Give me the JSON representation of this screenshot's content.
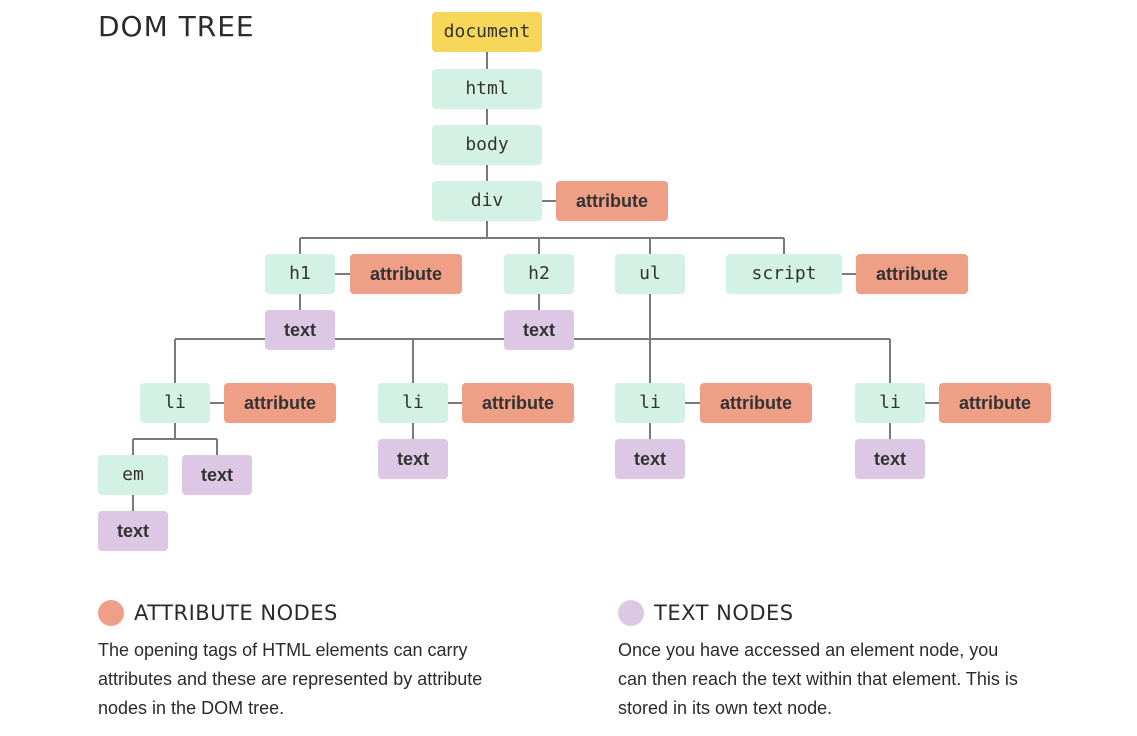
{
  "title": "DOM TREE",
  "colors": {
    "document": "#f7d659",
    "element": "#d4f1e5",
    "attribute": "#ee9f86",
    "text": "#dcc8e5",
    "line": "#7a7a7a"
  },
  "tree": {
    "nodes": [
      {
        "id": "document",
        "label": "document",
        "kind": "document"
      },
      {
        "id": "html",
        "label": "html",
        "kind": "element"
      },
      {
        "id": "body",
        "label": "body",
        "kind": "element"
      },
      {
        "id": "div",
        "label": "div",
        "kind": "element"
      },
      {
        "id": "div-attr",
        "label": "attribute",
        "kind": "attribute"
      },
      {
        "id": "h1",
        "label": "h1",
        "kind": "element"
      },
      {
        "id": "h1-attr",
        "label": "attribute",
        "kind": "attribute"
      },
      {
        "id": "h1-text",
        "label": "text",
        "kind": "text"
      },
      {
        "id": "h2",
        "label": "h2",
        "kind": "element"
      },
      {
        "id": "h2-text",
        "label": "text",
        "kind": "text"
      },
      {
        "id": "ul",
        "label": "ul",
        "kind": "element"
      },
      {
        "id": "script",
        "label": "script",
        "kind": "element"
      },
      {
        "id": "script-attr",
        "label": "attribute",
        "kind": "attribute"
      },
      {
        "id": "li1",
        "label": "li",
        "kind": "element"
      },
      {
        "id": "li1-attr",
        "label": "attribute",
        "kind": "attribute"
      },
      {
        "id": "em",
        "label": "em",
        "kind": "element"
      },
      {
        "id": "em-text",
        "label": "text",
        "kind": "text"
      },
      {
        "id": "li1-text",
        "label": "text",
        "kind": "text"
      },
      {
        "id": "li2",
        "label": "li",
        "kind": "element"
      },
      {
        "id": "li2-attr",
        "label": "attribute",
        "kind": "attribute"
      },
      {
        "id": "li2-text",
        "label": "text",
        "kind": "text"
      },
      {
        "id": "li3",
        "label": "li",
        "kind": "element"
      },
      {
        "id": "li3-attr",
        "label": "attribute",
        "kind": "attribute"
      },
      {
        "id": "li3-text",
        "label": "text",
        "kind": "text"
      },
      {
        "id": "li4",
        "label": "li",
        "kind": "element"
      },
      {
        "id": "li4-attr",
        "label": "attribute",
        "kind": "attribute"
      },
      {
        "id": "li4-text",
        "label": "text",
        "kind": "text"
      }
    ],
    "edges": [
      [
        "document",
        "html"
      ],
      [
        "html",
        "body"
      ],
      [
        "body",
        "div"
      ],
      [
        "div",
        "div-attr"
      ],
      [
        "div",
        "h1"
      ],
      [
        "div",
        "h2"
      ],
      [
        "div",
        "ul"
      ],
      [
        "div",
        "script"
      ],
      [
        "h1",
        "h1-attr"
      ],
      [
        "h1",
        "h1-text"
      ],
      [
        "h2",
        "h2-text"
      ],
      [
        "script",
        "script-attr"
      ],
      [
        "ul",
        "li1"
      ],
      [
        "ul",
        "li2"
      ],
      [
        "ul",
        "li3"
      ],
      [
        "ul",
        "li4"
      ],
      [
        "li1",
        "li1-attr"
      ],
      [
        "li1",
        "em"
      ],
      [
        "li1",
        "li1-text"
      ],
      [
        "em",
        "em-text"
      ],
      [
        "li2",
        "li2-attr"
      ],
      [
        "li2",
        "li2-text"
      ],
      [
        "li3",
        "li3-attr"
      ],
      [
        "li3",
        "li3-text"
      ],
      [
        "li4",
        "li4-attr"
      ],
      [
        "li4",
        "li4-text"
      ]
    ]
  },
  "legend": {
    "attribute": {
      "title": "ATTRIBUTE NODES",
      "lines": [
        "The opening tags of HTML elements can carry",
        "attributes and these are represented by attribute",
        "nodes in the DOM tree."
      ]
    },
    "text": {
      "title": "TEXT NODES",
      "lines": [
        "Once you have accessed an element node, you",
        "can then reach the text within that element. This is",
        "stored in its own text node."
      ]
    }
  }
}
